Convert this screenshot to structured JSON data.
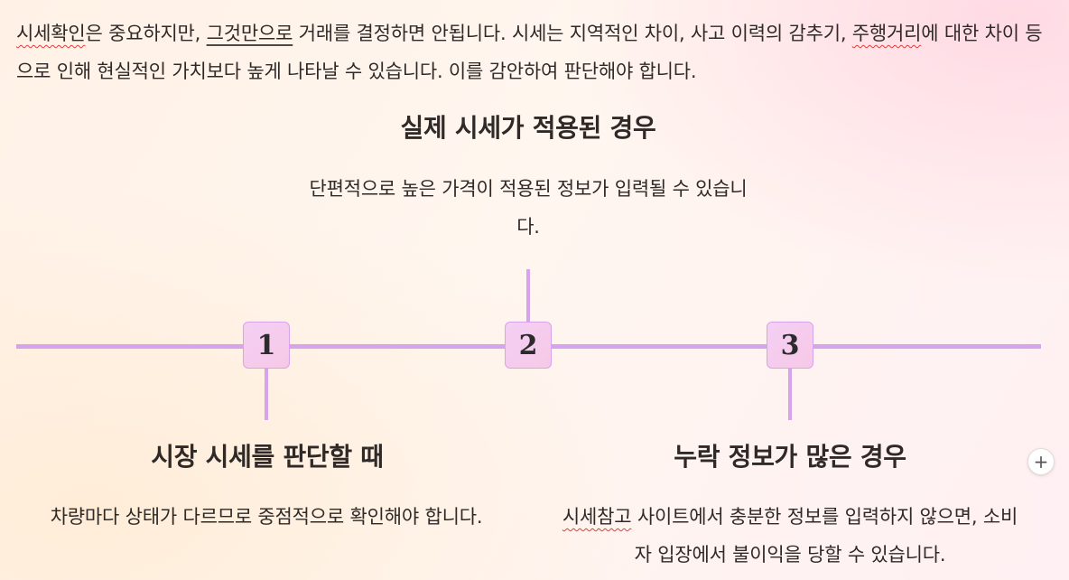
{
  "intro": {
    "part1": "시세확인",
    "part2": "은 중요하지만, ",
    "part3": "그것만으로",
    "part4": " 거래를 결정하면 안됩니다. 시세는 지역적인 차이, 사고 이력의 감추기, ",
    "part5": "주행거리",
    "part6": "에 대한 차이 등으로 인해 현실적인 가치보다 높게 나타날 수 있습니다. 이를 감안하여 판단해야 합니다."
  },
  "timeline": {
    "top": {
      "number": "2",
      "title": "실제 시세가 적용된 경우",
      "description": "단편적으로 높은 가격이 적용된 정보가 입력될 수 있습니다."
    },
    "left": {
      "number": "1",
      "title": "시장 시세를 판단할 때",
      "description": "차량마다 상태가 다르므로 중점적으로 확인해야 합니다."
    },
    "right": {
      "number": "3",
      "title": "누락 정보가 많은 경우",
      "description_part1": "시세참고",
      "description_part2": " 사이트에서 충분한 정보를 입력하지 않으면, 소비자 입장에서 불이익을 당할 수 있습니다."
    }
  },
  "add_button_label": "+",
  "colors": {
    "accent_line": "#d7a3ec",
    "marker_fill": "#f4d0f5",
    "text": "#2f2a28"
  }
}
